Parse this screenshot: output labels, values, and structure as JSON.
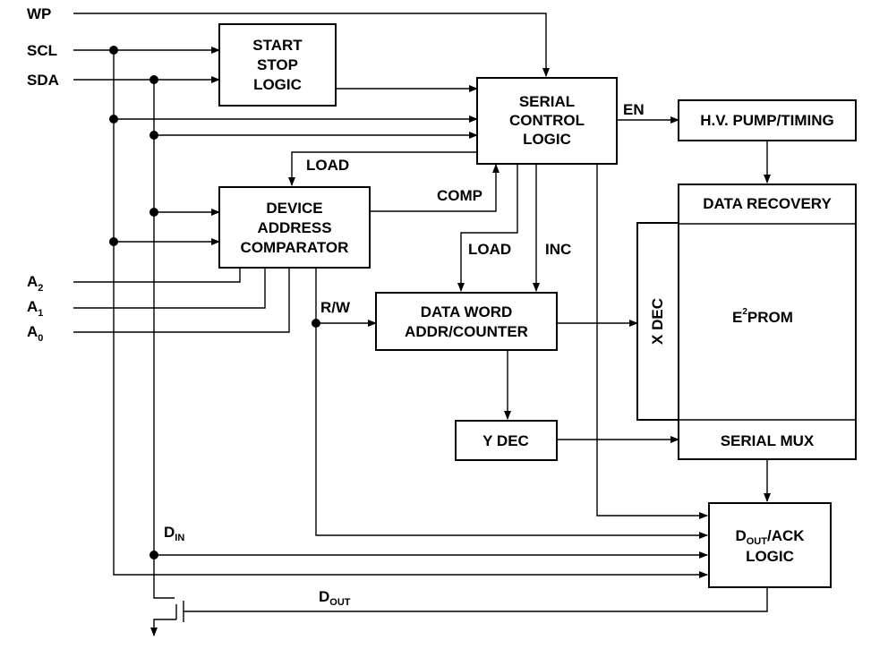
{
  "inputs": {
    "wp": "WP",
    "scl": "SCL",
    "sda": "SDA",
    "a2_base": "A",
    "a2_sub": "2",
    "a1_base": "A",
    "a1_sub": "1",
    "a0_base": "A",
    "a0_sub": "0"
  },
  "blocks": {
    "start_stop": [
      "START",
      "STOP",
      "LOGIC"
    ],
    "serial_control": [
      "SERIAL",
      "CONTROL",
      "LOGIC"
    ],
    "hv_pump": "H.V. PUMP/TIMING",
    "device_addr": [
      "DEVICE",
      "ADDRESS",
      "COMPARATOR"
    ],
    "data_recovery": "DATA  RECOVERY",
    "data_word": [
      "DATA  WORD",
      "ADDR/COUNTER"
    ],
    "x_dec": "X  DEC",
    "eeprom_base": "E",
    "eeprom_sup": "2",
    "eeprom_rest": "PROM",
    "y_dec": "Y  DEC",
    "serial_mux": "SERIAL  MUX",
    "dout_ack_d": "D",
    "dout_ack_sub": "OUT",
    "dout_ack_rest": "/ACK",
    "dout_ack_line2": "LOGIC"
  },
  "signals": {
    "en": "EN",
    "load_1": "LOAD",
    "comp": "COMP",
    "load_2": "LOAD",
    "inc": "INC",
    "rw": "R/W",
    "din_base": "D",
    "din_sub": "IN",
    "dout_base": "D",
    "dout_sub": "OUT"
  }
}
